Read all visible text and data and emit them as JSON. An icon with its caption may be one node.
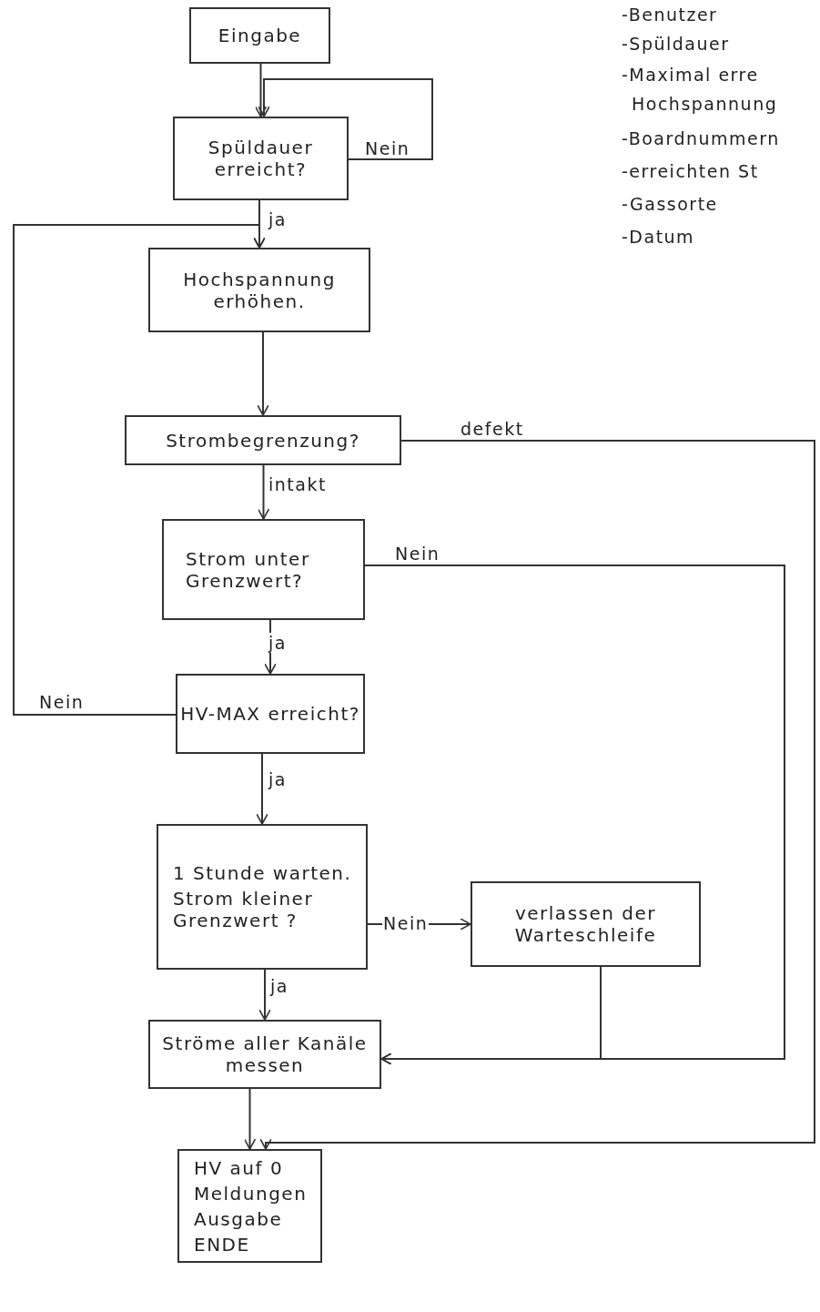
{
  "diagram": {
    "nodes": [
      {
        "text": [
          "Eingabe"
        ]
      },
      {
        "text": [
          "Spüldauer erreicht?"
        ]
      },
      {
        "text": [
          "Hochspannung erhöhen."
        ]
      },
      {
        "text": [
          "Strombegrenzung?"
        ]
      },
      {
        "text": [
          "Strom unter Grenzwert?"
        ]
      },
      {
        "text": [
          "HV-MAX erreicht?"
        ]
      },
      {
        "text": [
          "1 Stunde warten.",
          "Strom kleiner Grenzwert ?"
        ]
      },
      {
        "text": [
          "verlassen der Warteschleife"
        ]
      },
      {
        "text": [
          "Ströme aller Kanäle messen"
        ]
      },
      {
        "text": [
          "HV auf 0",
          "Meldungen",
          "Ausgabe",
          "ENDE"
        ]
      }
    ],
    "edges": [
      {
        "from": 0,
        "to": 1,
        "arrow": "to"
      },
      {
        "from": 1,
        "to": 1,
        "arrow": "to",
        "label": "Nein"
      },
      {
        "from": 1,
        "to": 2,
        "arrow": "to",
        "label": "ja"
      },
      {
        "from": 5,
        "to": 2,
        "arrow": "to",
        "label": "Nein"
      },
      {
        "from": 2,
        "to": 3,
        "arrow": "to"
      },
      {
        "from": 3,
        "to": 4,
        "arrow": "to",
        "label": "intakt"
      },
      {
        "from": 3,
        "to": 9,
        "arrow": "to",
        "label": "defekt"
      },
      {
        "from": 4,
        "to": 5,
        "arrow": "to",
        "label": "ja"
      },
      {
        "from": 4,
        "to": 8,
        "arrow": "to",
        "label": "Nein"
      },
      {
        "from": 5,
        "to": 6,
        "arrow": "to",
        "label": "ja"
      },
      {
        "from": 6,
        "to": 7,
        "arrow": "to",
        "label": "Nein"
      },
      {
        "from": 6,
        "to": 8,
        "arrow": "to",
        "label": "ja"
      },
      {
        "from": 7,
        "to": 8,
        "arrow": "to"
      },
      {
        "from": 8,
        "to": 9,
        "arrow": "to"
      }
    ],
    "labels": [
      "-Benutzer",
      "-Spüldauer",
      "-Maximal erre Hochspannung",
      "-Boardnummern",
      "-erreichten St",
      "-Gassorte",
      "-Datum"
    ]
  }
}
